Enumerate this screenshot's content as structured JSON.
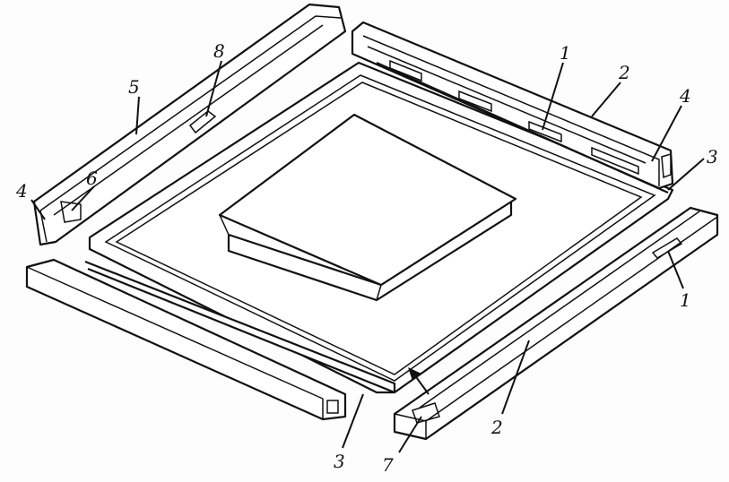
{
  "labels": {
    "tl_8": "8",
    "tl_5": "5",
    "tl_6": "6",
    "tl_4": "4",
    "tr_1": "1",
    "tr_2": "2",
    "tr_4": "4",
    "tr_3": "3",
    "r_1": "1",
    "br_2": "2",
    "b_7": "7",
    "b_3": "3"
  },
  "colors": {
    "ink": "#111111",
    "paper": "#fdfdfd"
  }
}
